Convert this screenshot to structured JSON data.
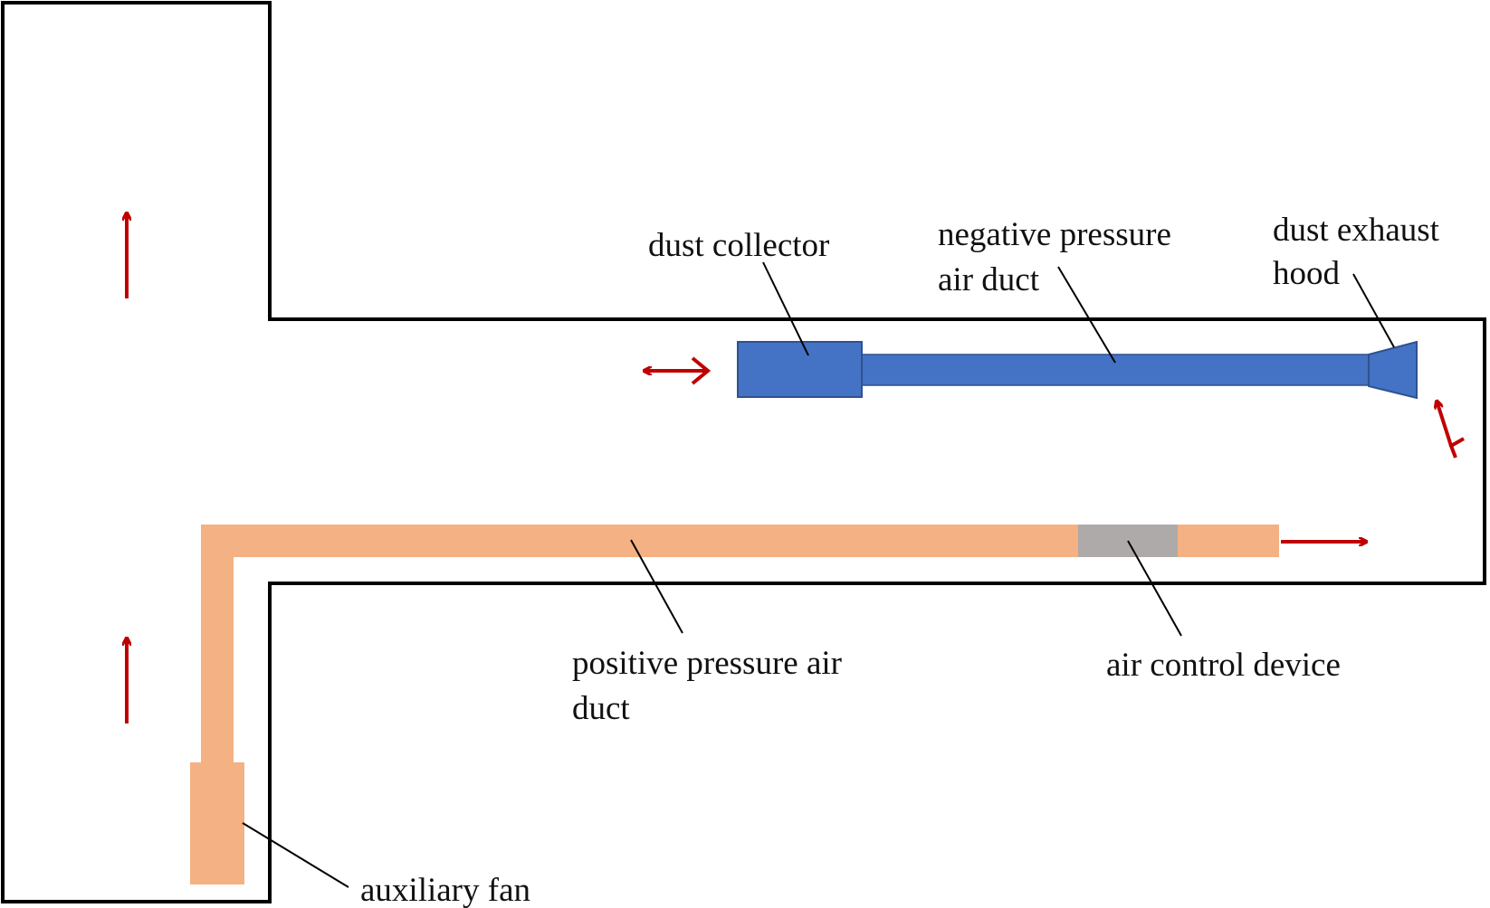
{
  "colors": {
    "outline": "#000000",
    "negative_duct": "#4472c4",
    "negative_duct_edge": "#2f528f",
    "positive_duct": "#f4b183",
    "air_control": "#aeaaaa",
    "airflow_arrow": "#c00000"
  },
  "labels": {
    "dust_collector": "dust collector",
    "negative_duct_line1": "negative pressure",
    "negative_duct_line2": "air duct",
    "exhaust_hood_line1": "dust exhaust",
    "exhaust_hood_line2": "hood",
    "positive_duct_line1": "positive pressure air",
    "positive_duct_line2": "duct",
    "air_control_device": "air control device",
    "auxiliary_fan": "auxiliary fan"
  },
  "icons": {
    "arrow": "straight-arrow-icon",
    "suction_arrow": "forked-arrow-icon"
  }
}
